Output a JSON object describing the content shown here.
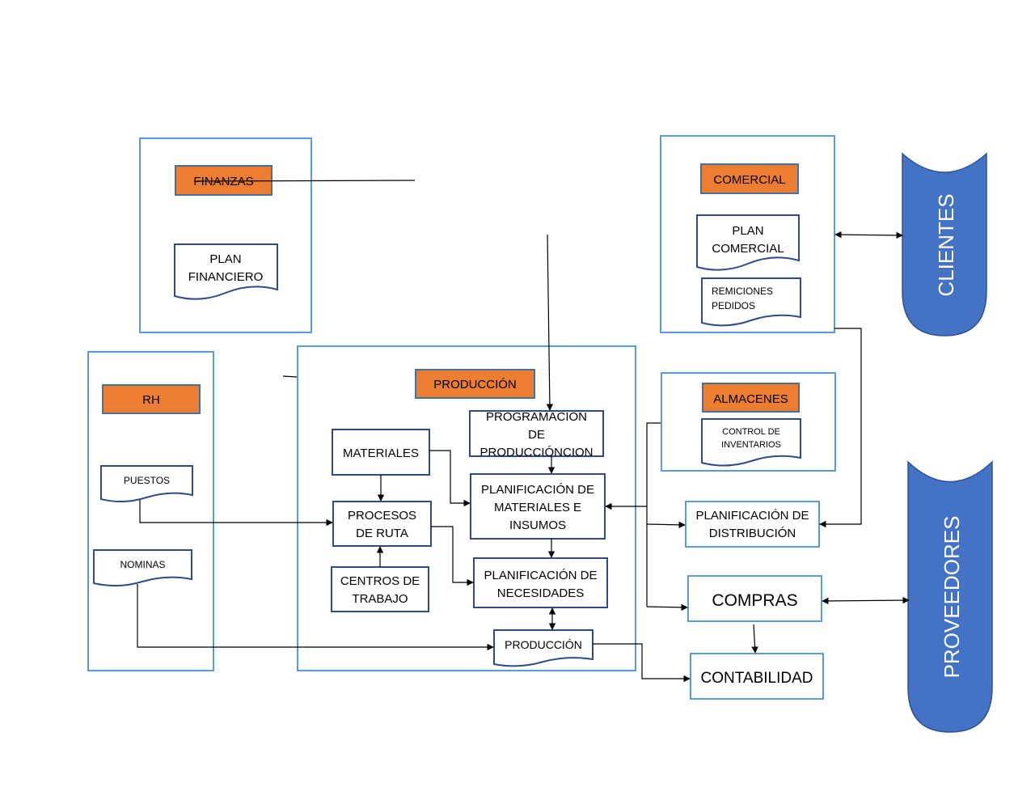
{
  "colors": {
    "group_border": "#5B9BD5",
    "box_border": "#2F4B8C",
    "header_fill": "#ED7D31",
    "header_border": "#41719C",
    "cylinder_fill": "#4472C4",
    "cylinder_text": "#ffffff",
    "line": "#000000"
  },
  "headers": {
    "finanzas": "FINANZAS",
    "comercial": "COMERCIAL",
    "rh": "RH",
    "produccion": "PRODUCCIÓN",
    "almacenes": "ALMACENES"
  },
  "documents": {
    "plan_financiero": [
      "PLAN",
      "FINANCIERO"
    ],
    "plan_comercial": [
      "PLAN",
      "COMERCIAL"
    ],
    "remiciones_pedidos": [
      "REMICIONES",
      "PEDIDOS"
    ],
    "control_inventarios": [
      "CONTROL DE",
      "INVENTARIOS"
    ],
    "puestos": "PUESTOS",
    "nominas": "NOMINAS",
    "produccion_doc": "PRODUCCIÓN"
  },
  "process_boxes": {
    "programacion": [
      "PROGRAMACION",
      "DE",
      "PRODUCCIÓNCION"
    ],
    "materiales": "MATERIALES",
    "plan_materiales": [
      "PLANIFICACIÓN DE",
      "MATERIALES E",
      "INSUMOS"
    ],
    "procesos_ruta": [
      "PROCESOS",
      "DE RUTA"
    ],
    "plan_necesidades": [
      "PLANIFICACIÓN DE",
      "NECESIDADES"
    ],
    "centros_trabajo": [
      "CENTROS DE",
      "TRABAJO"
    ],
    "plan_distribucion": [
      "PLANIFICACIÓN DE",
      "DISTRIBUCIÓN"
    ],
    "compras": "COMPRAS",
    "contabilidad": "CONTABILIDAD"
  },
  "cylinders": {
    "clientes": "CLIENTES",
    "proveedores": "PROVEEDORES"
  }
}
